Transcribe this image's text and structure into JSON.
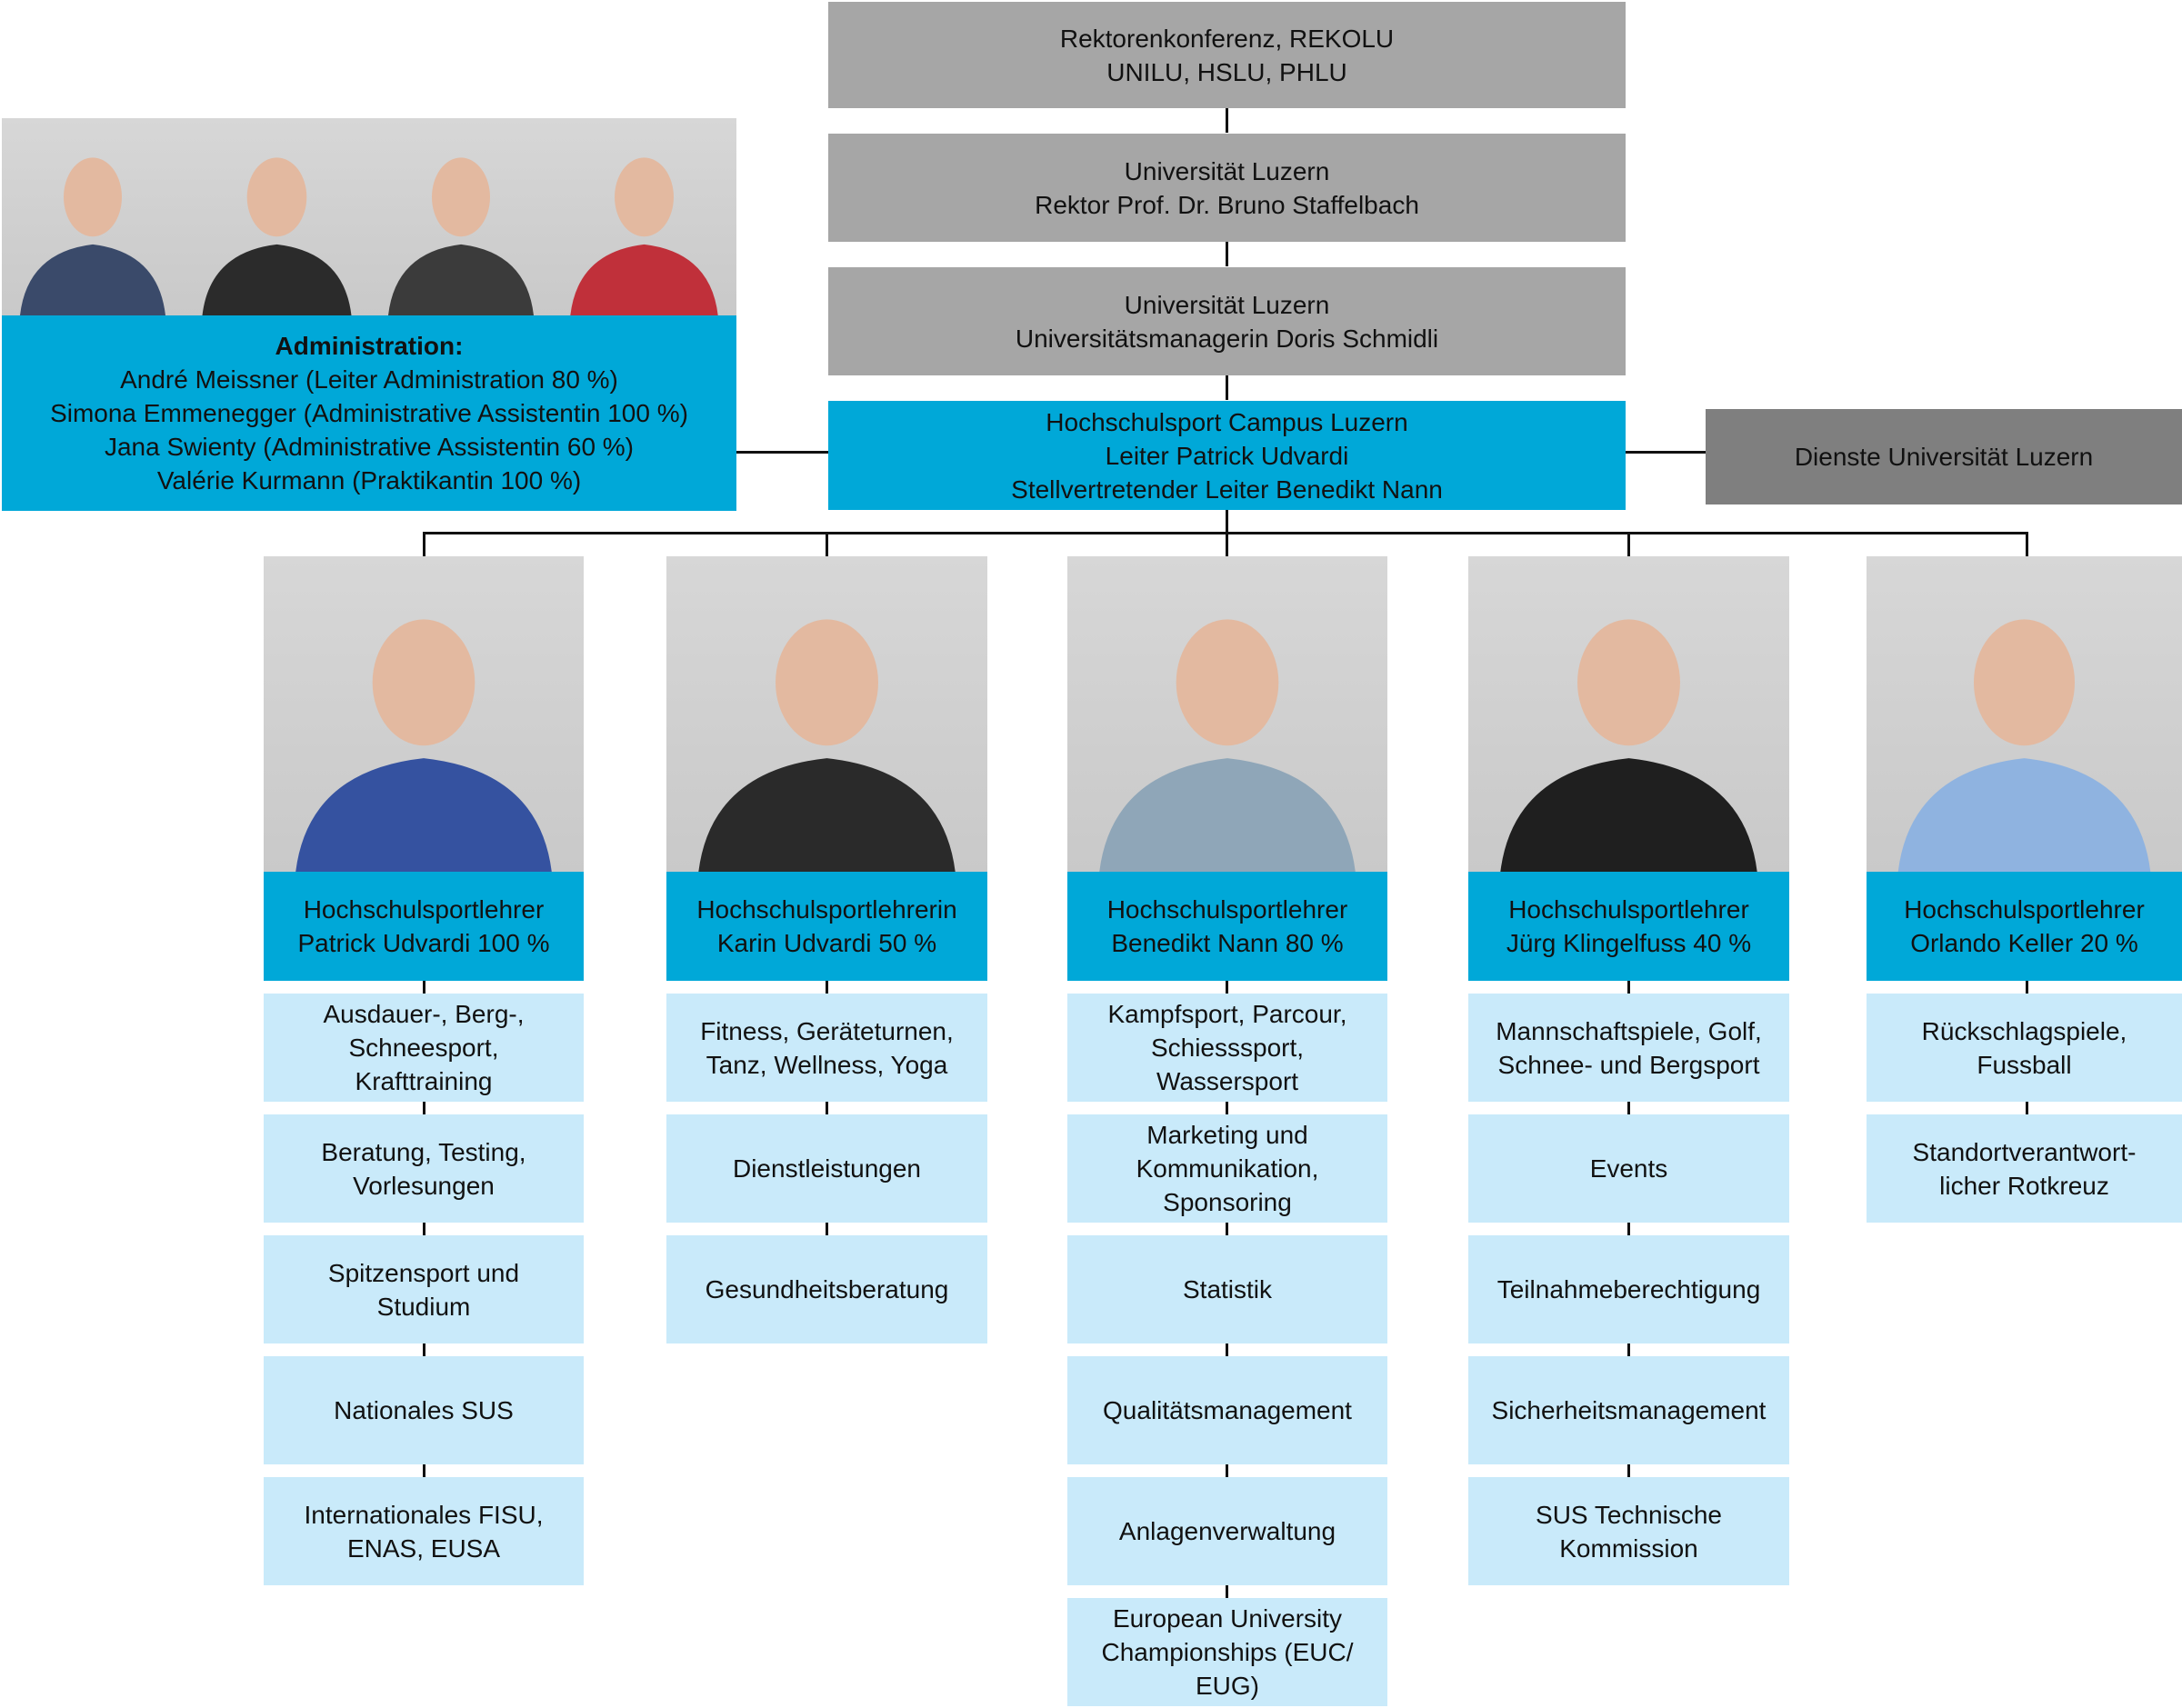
{
  "top": [
    {
      "lines": [
        "Rektorenkonferenz, REKOLU",
        "UNILU, HSLU, PHLU"
      ]
    },
    {
      "lines": [
        "Universität Luzern",
        "Rektor Prof. Dr. Bruno Staffelbach"
      ]
    },
    {
      "lines": [
        "Universität Luzern",
        "Universitätsmanagerin Doris Schmidli"
      ]
    }
  ],
  "center": {
    "lines": [
      "Hochschulsport Campus Luzern",
      "Leiter Patrick Udvardi",
      "Stellvertretender Leiter Benedikt Nann"
    ]
  },
  "services": {
    "label": "Dienste Universität Luzern"
  },
  "administration": {
    "title": "Administration:",
    "lines": [
      "André Meissner (Leiter Administration 80 %)",
      "Simona Emmenegger (Administrative Assistentin 100 %)",
      "Jana Swienty (Administrative Assistentin 60 %)",
      "Valérie Kurmann (Praktikantin 100 %)"
    ]
  },
  "columns": [
    {
      "header": [
        "Hochschulsportlehrer",
        "Patrick Udvardi 100 %"
      ],
      "items": [
        [
          "Ausdauer-, Berg-,",
          "Schneesport,",
          "Krafttraining"
        ],
        [
          "Beratung, Testing,",
          "Vorlesungen"
        ],
        [
          "Spitzensport und",
          "Studium"
        ],
        [
          "Nationales SUS"
        ],
        [
          "Internationales FISU,",
          "ENAS, EUSA"
        ]
      ]
    },
    {
      "header": [
        "Hochschulsportlehrerin",
        "Karin Udvardi 50 %"
      ],
      "items": [
        [
          "Fitness, Geräteturnen,",
          "Tanz, Wellness, Yoga"
        ],
        [
          "Dienstleistungen"
        ],
        [
          "Gesundheitsberatung"
        ]
      ]
    },
    {
      "header": [
        "Hochschulsportlehrer",
        "Benedikt Nann 80 %"
      ],
      "items": [
        [
          "Kampfsport, Parcour,",
          "Schiesssport,",
          "Wassersport"
        ],
        [
          "Marketing und",
          "Kommunikation,",
          "Sponsoring"
        ],
        [
          "Statistik"
        ],
        [
          "Qualitätsmanagement"
        ],
        [
          "Anlagenverwaltung"
        ],
        [
          "European University",
          "Championships (EUC/",
          "EUG)"
        ]
      ]
    },
    {
      "header": [
        "Hochschulsportlehrer",
        "Jürg Klingelfuss 40 %"
      ],
      "items": [
        [
          "Mannschaftspiele, Golf,",
          "Schnee- und Bergsport"
        ],
        [
          "Events"
        ],
        [
          "Teilnahmeberechtigung"
        ],
        [
          "Sicherheitsmanagement"
        ],
        [
          "SUS Technische",
          "Kommission"
        ]
      ]
    },
    {
      "header": [
        "Hochschulsportlehrer",
        "Orlando Keller 20 %"
      ],
      "items": [
        [
          "Rückschlagspiele,",
          "Fussball"
        ],
        [
          "Standortverantwort-",
          "licher Rotkreuz"
        ]
      ]
    }
  ],
  "colors": {
    "gray": "#a6a6a6",
    "dark_gray": "#7f7f7f",
    "blue": "#00a8d8",
    "light_blue": "#c9eafa"
  }
}
